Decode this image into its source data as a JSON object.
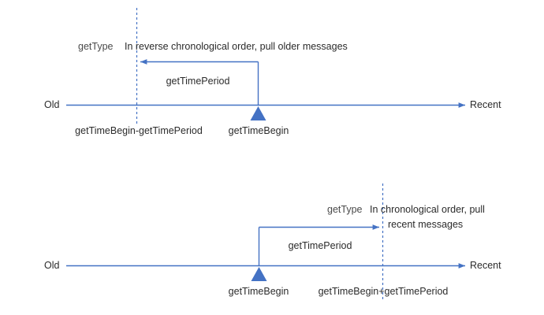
{
  "diagram": {
    "title_colors": {
      "line": "#4472C4",
      "dotted": "#4472C4",
      "marker": "#4472C4",
      "text": "#2b2b2b",
      "gettype_text": "#4a4a4a",
      "background": "#ffffff"
    },
    "sections": [
      {
        "id": "reverse-chronological",
        "axis_start_label": "Old",
        "axis_end_label": "Recent",
        "gettype_label": "getType",
        "description": "In reverse chronological order, pull older messages",
        "span_label": "getTimePeriod",
        "boundary_label": "getTimeBegin-getTimePeriod",
        "marker_label": "getTimeBegin",
        "arrow_direction": "left"
      },
      {
        "id": "chronological",
        "axis_start_label": "Old",
        "axis_end_label": "Recent",
        "gettype_label": "getType",
        "description_line1": "In chronological order, pull",
        "description_line2": "recent messages",
        "span_label": "getTimePeriod",
        "boundary_label": "getTimeBegin+getTimePeriod",
        "marker_label": "getTimeBegin",
        "arrow_direction": "right"
      }
    ]
  }
}
